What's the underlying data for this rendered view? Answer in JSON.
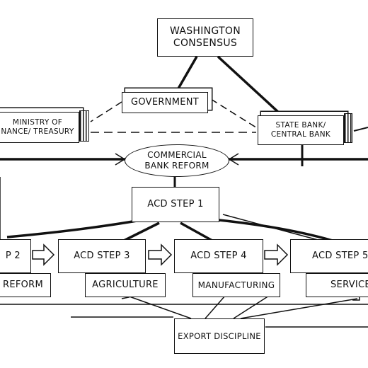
{
  "nodes": {
    "washington": "WASHINGTON\nCONSENSUS",
    "government": "GOVERNMENT",
    "ministry": "MINISTRY OF\nNANCE/ TREASURY",
    "state_bank": "STATE BANK/\nCENTRAL BANK",
    "commercial": "COMMERCIAL\nBANK REFORM",
    "step1": "ACD STEP 1",
    "step2": "P 2",
    "step3": "ACD STEP 3",
    "step4": "ACD STEP 4",
    "step5": "ACD STEP 5",
    "reform": "REFORM",
    "agriculture": "AGRICULTURE",
    "manufacturing": "MANUFACTURING",
    "services": "SERVICE",
    "export": "EXPORT DISCIPLINE"
  }
}
